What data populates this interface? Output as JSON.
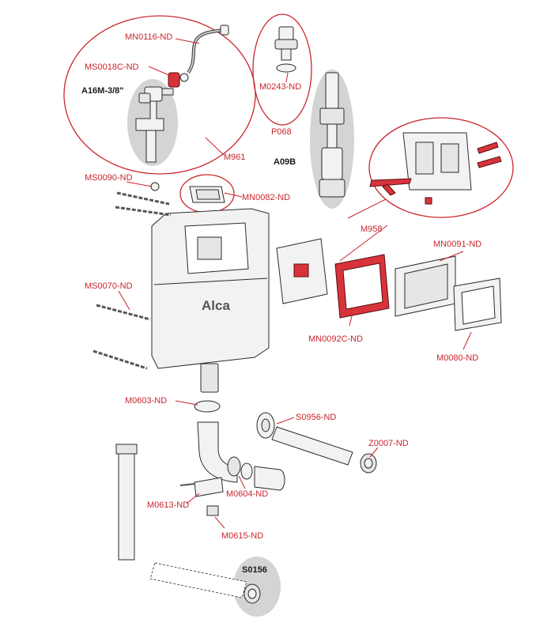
{
  "labels": {
    "mn0116": "MN0116-ND",
    "ms0018c": "MS0018C-ND",
    "a16m": "A16M-3/8\"",
    "m961": "M961",
    "m0243": "M0243-ND",
    "p068": "P068",
    "a09b": "A09B",
    "ms0090": "MS0090-ND",
    "mn0082": "MN0082-ND",
    "m958": "M958",
    "mn0091": "MN0091-ND",
    "ms0070": "MS0070-ND",
    "mn0092c": "MN0092C-ND",
    "m0080": "M0080-ND",
    "m0603": "M0603-ND",
    "s0956": "S0956-ND",
    "z0007": "Z0007-ND",
    "m0604": "M0604-ND",
    "m0613": "M0613-ND",
    "m0615": "M0615-ND",
    "s0156": "S0156"
  },
  "brand": {
    "logo_text": "Alca"
  },
  "colors": {
    "accent_red": "#c9252c",
    "highlight_gray": "#d4d4d4",
    "outline": "#2b2b2b"
  }
}
